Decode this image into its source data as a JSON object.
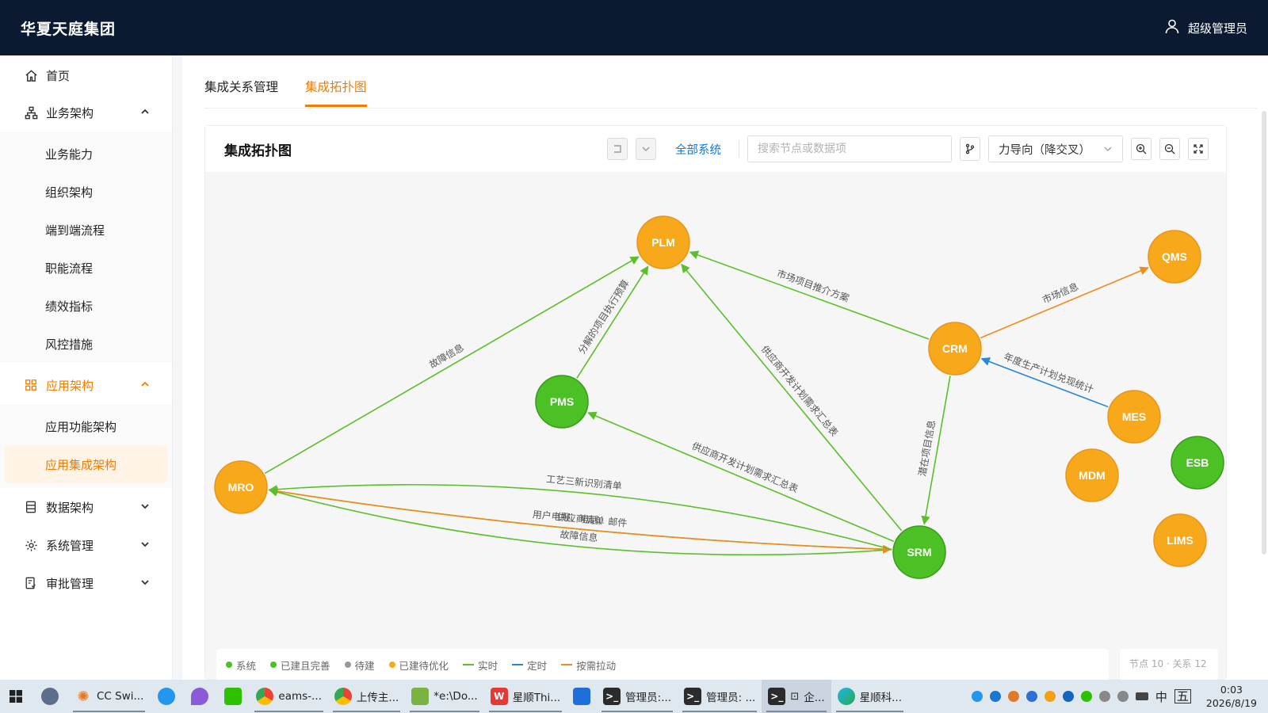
{
  "header": {
    "brand": "华夏天庭集团",
    "user": "超级管理员"
  },
  "sidebar": {
    "home": "首页",
    "business": {
      "label": "业务架构",
      "items": [
        "业务能力",
        "组织架构",
        "端到端流程",
        "职能流程",
        "绩效指标",
        "风控措施"
      ]
    },
    "application": {
      "label": "应用架构",
      "items": [
        "应用功能架构",
        "应用集成架构"
      ]
    },
    "data": "数据架构",
    "system": "系统管理",
    "approval": "审批管理"
  },
  "tabs": [
    "集成关系管理",
    "集成拓扑图"
  ],
  "card": {
    "title": "集成拓扑图",
    "all_systems": "全部系统",
    "search_placeholder": "搜索节点或数据项",
    "layout_select": "力导向（降交叉）"
  },
  "graph": {
    "nodes": [
      {
        "id": "PLM",
        "label": "PLM",
        "color": "#f7a81b"
      },
      {
        "id": "QMS",
        "label": "QMS",
        "color": "#f7a81b"
      },
      {
        "id": "CRM",
        "label": "CRM",
        "color": "#f7a81b"
      },
      {
        "id": "PMS",
        "label": "PMS",
        "color": "#4cc125"
      },
      {
        "id": "MES",
        "label": "MES",
        "color": "#f7a81b"
      },
      {
        "id": "ESB",
        "label": "ESB",
        "color": "#4cc125"
      },
      {
        "id": "MDM",
        "label": "MDM",
        "color": "#f7a81b"
      },
      {
        "id": "MRO",
        "label": "MRO",
        "color": "#f7a81b"
      },
      {
        "id": "SRM",
        "label": "SRM",
        "color": "#4cc125"
      },
      {
        "id": "LIMS",
        "label": "LIMS",
        "color": "#f7a81b"
      }
    ],
    "edges": [
      {
        "from": "MRO",
        "to": "PLM",
        "label": "故障信息",
        "type": "realtime"
      },
      {
        "from": "PMS",
        "to": "PLM",
        "label": "分解的项目执行预算",
        "type": "realtime"
      },
      {
        "from": "CRM",
        "to": "PLM",
        "label": "市场项目推介方案",
        "type": "realtime"
      },
      {
        "from": "SRM",
        "to": "PLM",
        "label": "供应商开发计划需求汇总表",
        "type": "realtime"
      },
      {
        "from": "SRM",
        "to": "PMS",
        "label": "供应商开发计划需求汇总表",
        "type": "realtime"
      },
      {
        "from": "CRM",
        "to": "QMS",
        "label": "市场信息",
        "type": "ondemand"
      },
      {
        "from": "MES",
        "to": "CRM",
        "label": "年度生产计划兑现统计",
        "type": "scheduled"
      },
      {
        "from": "CRM",
        "to": "SRM",
        "label": "潜在项目信息",
        "type": "realtime"
      },
      {
        "from": "SRM",
        "to": "MRO",
        "label": "故障信息",
        "type": "realtime"
      },
      {
        "from": "SRM",
        "to": "MRO",
        "label": "供应商清单",
        "type": "realtime"
      },
      {
        "from": "MRO",
        "to": "SRM",
        "label": "用户电报、电话、邮件",
        "type": "ondemand"
      },
      {
        "from": "SRM",
        "to": "MRO",
        "label": "工艺三新识别清单",
        "type": "realtime"
      }
    ]
  },
  "legend": {
    "items": [
      {
        "label": "系统",
        "kind": "dot",
        "color": "#4cc125"
      },
      {
        "label": "已建且完善",
        "kind": "dot",
        "color": "#4cc125"
      },
      {
        "label": "待建",
        "kind": "dot",
        "color": "#999999"
      },
      {
        "label": "已建待优化",
        "kind": "dot",
        "color": "#f7a81b"
      },
      {
        "label": "实时",
        "kind": "line",
        "color": "#5bbf2a"
      },
      {
        "label": "定时",
        "kind": "line",
        "color": "#2b86d8"
      },
      {
        "label": "按需拉动",
        "kind": "line",
        "color": "#f08a1c"
      }
    ],
    "stats": "节点 10 · 关系 12"
  },
  "colors": {
    "accent": "#f07c00",
    "realtime": "#5bbf2a",
    "scheduled": "#2b86d8",
    "ondemand": "#f08a1c"
  },
  "taskbar": {
    "items": [
      "CC Swi...",
      "eams-...",
      "上传主...",
      "*e:\\Do...",
      "星顺Thi...",
      "管理员:...",
      "管理员: ...",
      "企...",
      "星顺科..."
    ],
    "ime": "中",
    "ime2": "五",
    "time": "0:03",
    "date": "2026/8/19"
  }
}
